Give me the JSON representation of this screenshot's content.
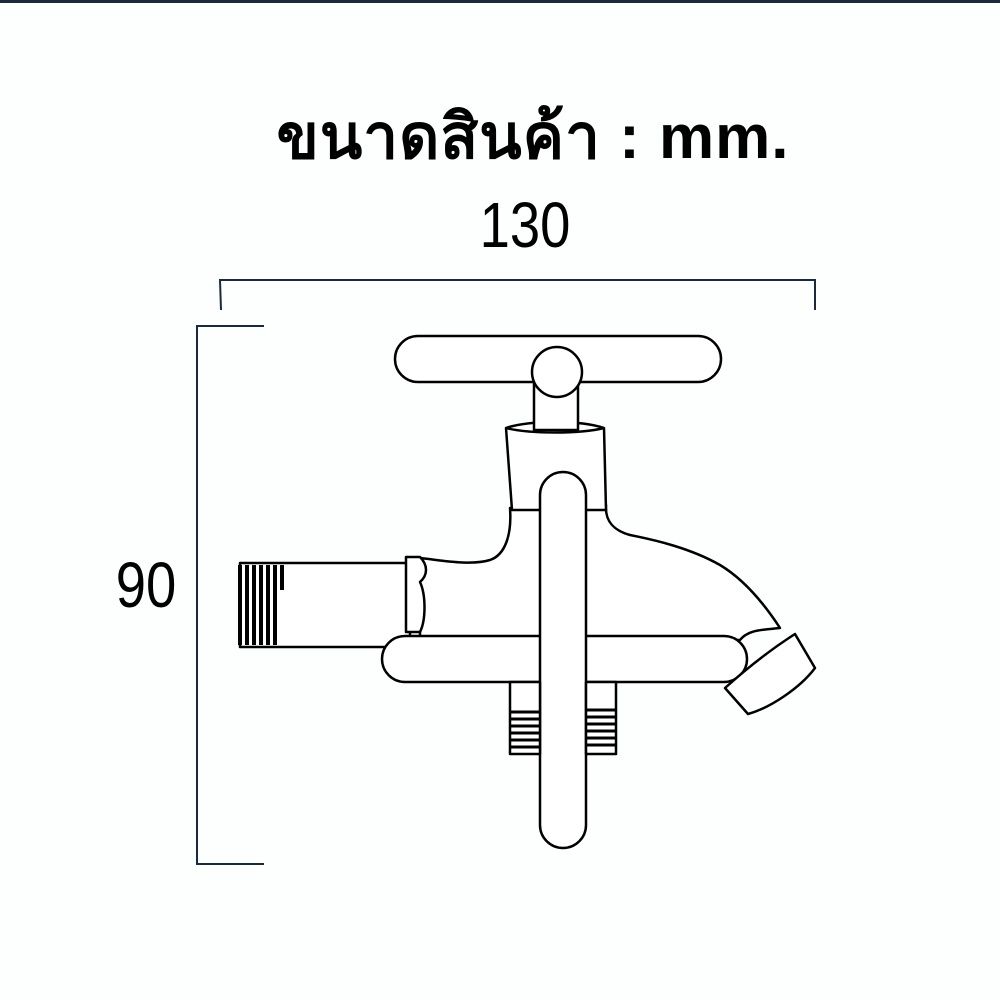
{
  "header": {
    "title": "ขนาดสินค้า : mm."
  },
  "dimensions": {
    "width_label": "130",
    "height_label": "90",
    "unit": "mm."
  },
  "drawing": {
    "subject": "faucet-tap-line-drawing",
    "stroke_color": "#000000",
    "dimension_line_color": "#1b2a3b",
    "background_color": "#fdfefe"
  }
}
